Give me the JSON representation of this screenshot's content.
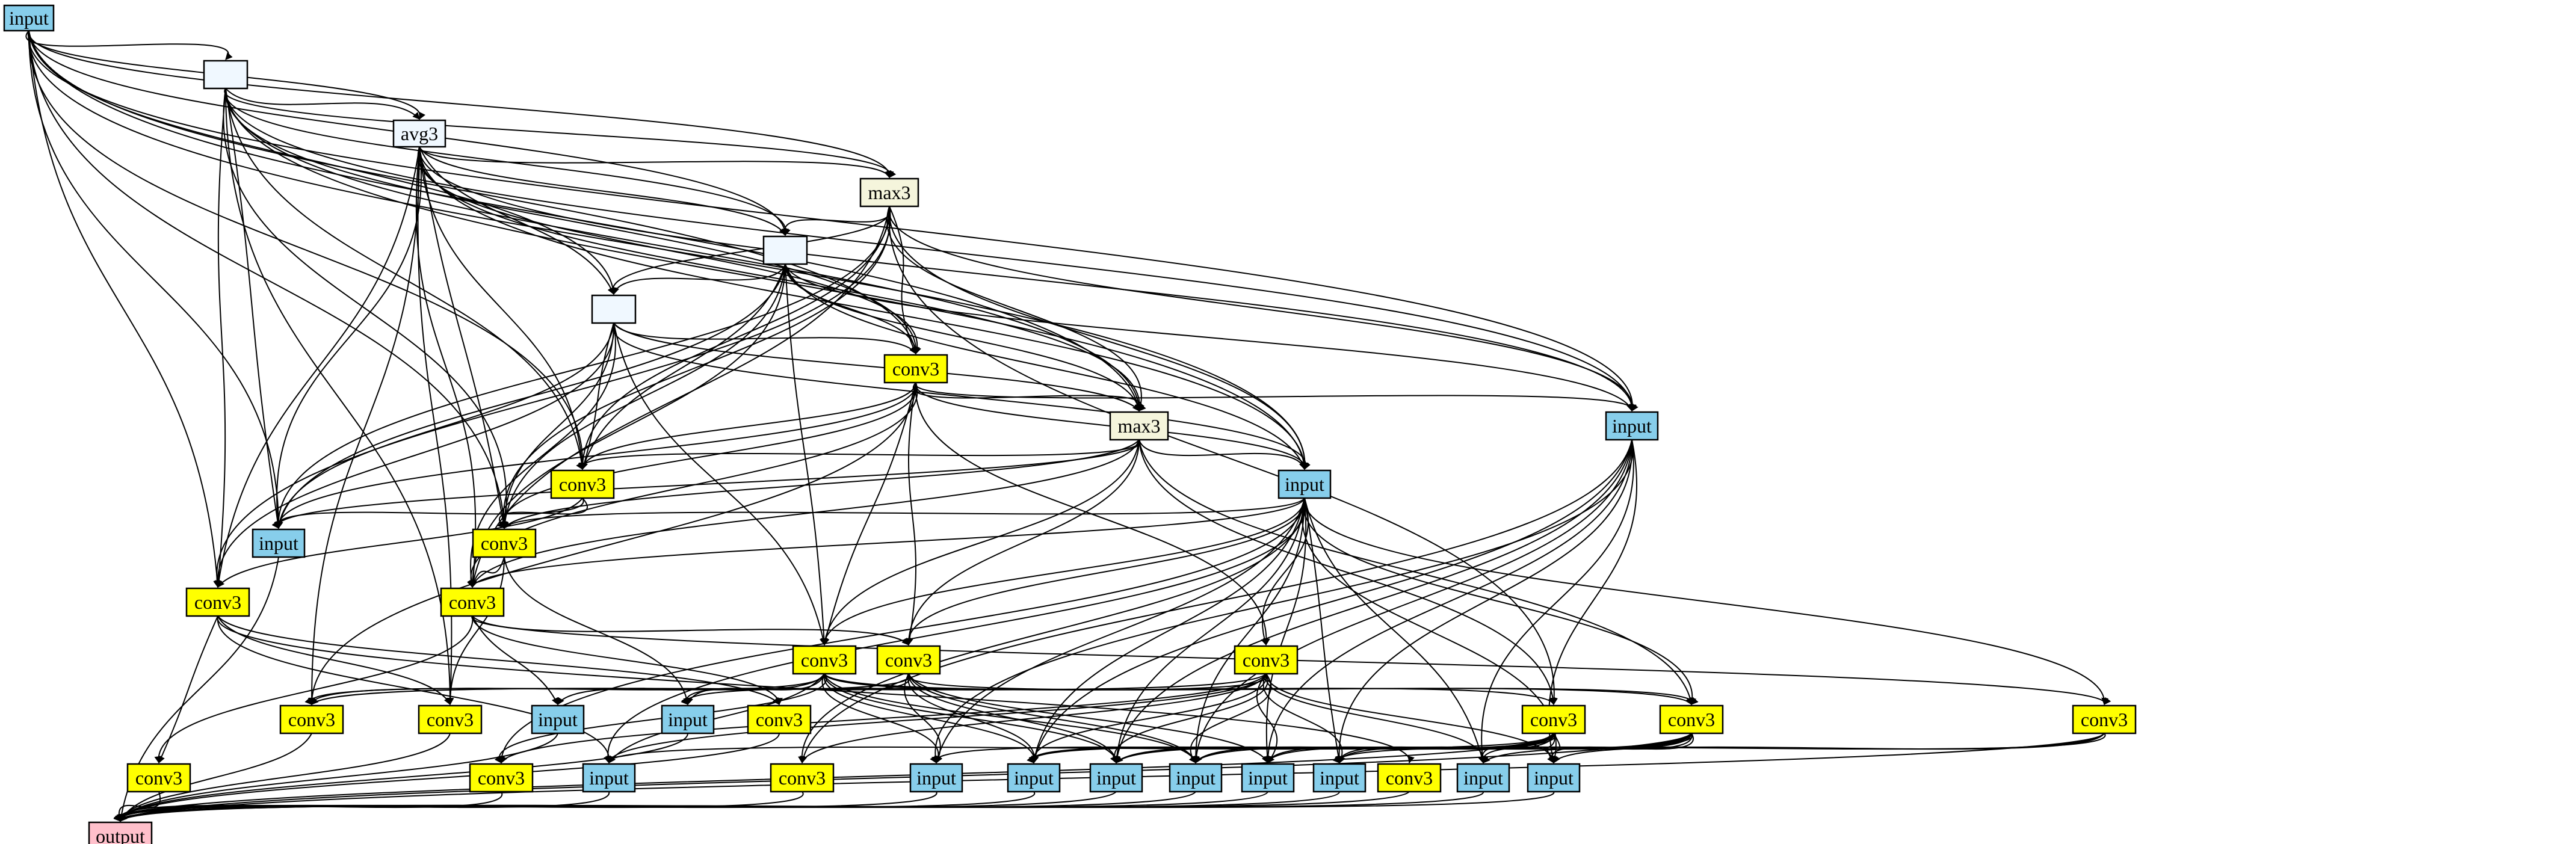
{
  "colors": {
    "input": "#87ceeb",
    "conv3": "#ffff00",
    "pool": "#f5f5dc",
    "empty": "#f0f8ff",
    "output": "#ffc0cb",
    "edge": "#000000"
  },
  "nodes": [
    {
      "id": "in0",
      "label": "input",
      "kind": "input"
    },
    {
      "id": "e1",
      "label": "",
      "kind": "empty"
    },
    {
      "id": "avg",
      "label": "avg3",
      "kind": "empty"
    },
    {
      "id": "max1",
      "label": "max3",
      "kind": "pool"
    },
    {
      "id": "e2",
      "label": "",
      "kind": "empty"
    },
    {
      "id": "e3",
      "label": "",
      "kind": "empty"
    },
    {
      "id": "c1",
      "label": "conv3",
      "kind": "conv3"
    },
    {
      "id": "max2",
      "label": "max3",
      "kind": "pool"
    },
    {
      "id": "inR",
      "label": "input",
      "kind": "input"
    },
    {
      "id": "inM",
      "label": "input",
      "kind": "input"
    },
    {
      "id": "c2",
      "label": "conv3",
      "kind": "conv3"
    },
    {
      "id": "inL",
      "label": "input",
      "kind": "input"
    },
    {
      "id": "c3",
      "label": "conv3",
      "kind": "conv3"
    },
    {
      "id": "c4",
      "label": "conv3",
      "kind": "conv3"
    },
    {
      "id": "c5",
      "label": "conv3",
      "kind": "conv3"
    },
    {
      "id": "c6",
      "label": "conv3",
      "kind": "conv3"
    },
    {
      "id": "c7",
      "label": "conv3",
      "kind": "conv3"
    },
    {
      "id": "c8",
      "label": "conv3",
      "kind": "conv3"
    },
    {
      "id": "c9",
      "label": "conv3",
      "kind": "conv3"
    },
    {
      "id": "c10",
      "label": "conv3",
      "kind": "conv3"
    },
    {
      "id": "i1",
      "label": "input",
      "kind": "input"
    },
    {
      "id": "i2",
      "label": "input",
      "kind": "input"
    },
    {
      "id": "c11",
      "label": "conv3",
      "kind": "conv3"
    },
    {
      "id": "c12",
      "label": "conv3",
      "kind": "conv3"
    },
    {
      "id": "c13",
      "label": "conv3",
      "kind": "conv3"
    },
    {
      "id": "c14",
      "label": "conv3",
      "kind": "conv3"
    },
    {
      "id": "c15",
      "label": "conv3",
      "kind": "conv3"
    },
    {
      "id": "c16",
      "label": "conv3",
      "kind": "conv3"
    },
    {
      "id": "i3",
      "label": "input",
      "kind": "input"
    },
    {
      "id": "c17",
      "label": "conv3",
      "kind": "conv3"
    },
    {
      "id": "i4",
      "label": "input",
      "kind": "input"
    },
    {
      "id": "i5",
      "label": "input",
      "kind": "input"
    },
    {
      "id": "i6",
      "label": "input",
      "kind": "input"
    },
    {
      "id": "i7",
      "label": "input",
      "kind": "input"
    },
    {
      "id": "i8",
      "label": "input",
      "kind": "input"
    },
    {
      "id": "i9",
      "label": "input",
      "kind": "input"
    },
    {
      "id": "c18",
      "label": "conv3",
      "kind": "conv3"
    },
    {
      "id": "i10",
      "label": "input",
      "kind": "input"
    },
    {
      "id": "i11",
      "label": "input",
      "kind": "input"
    },
    {
      "id": "out",
      "label": "output",
      "kind": "output"
    }
  ],
  "edges": [
    [
      "in0",
      "e1"
    ],
    [
      "in0",
      "avg"
    ],
    [
      "in0",
      "max1"
    ],
    [
      "in0",
      "e2"
    ],
    [
      "in0",
      "e3"
    ],
    [
      "in0",
      "c1"
    ],
    [
      "in0",
      "max2"
    ],
    [
      "in0",
      "inR"
    ],
    [
      "in0",
      "inM"
    ],
    [
      "in0",
      "c2"
    ],
    [
      "in0",
      "inL"
    ],
    [
      "in0",
      "c3"
    ],
    [
      "in0",
      "c4"
    ],
    [
      "e1",
      "avg"
    ],
    [
      "e1",
      "max1"
    ],
    [
      "e1",
      "e2"
    ],
    [
      "e1",
      "c1"
    ],
    [
      "e1",
      "max2"
    ],
    [
      "e1",
      "inM"
    ],
    [
      "e1",
      "c2"
    ],
    [
      "e1",
      "inL"
    ],
    [
      "e1",
      "c3"
    ],
    [
      "e1",
      "c4"
    ],
    [
      "e1",
      "inR"
    ],
    [
      "e1",
      "c10"
    ],
    [
      "avg",
      "max1"
    ],
    [
      "avg",
      "e2"
    ],
    [
      "avg",
      "e3"
    ],
    [
      "avg",
      "c1"
    ],
    [
      "avg",
      "max2"
    ],
    [
      "avg",
      "inR"
    ],
    [
      "avg",
      "inM"
    ],
    [
      "avg",
      "c2"
    ],
    [
      "avg",
      "inL"
    ],
    [
      "avg",
      "c3"
    ],
    [
      "avg",
      "c4"
    ],
    [
      "avg",
      "c5"
    ],
    [
      "avg",
      "c10"
    ],
    [
      "avg",
      "c9"
    ],
    [
      "max1",
      "e2"
    ],
    [
      "max1",
      "e3"
    ],
    [
      "max1",
      "c1"
    ],
    [
      "max1",
      "max2"
    ],
    [
      "max1",
      "inR"
    ],
    [
      "max1",
      "inM"
    ],
    [
      "max1",
      "c2"
    ],
    [
      "max1",
      "inL"
    ],
    [
      "max1",
      "c3"
    ],
    [
      "max1",
      "c4"
    ],
    [
      "max1",
      "c5"
    ],
    [
      "max1",
      "c13"
    ],
    [
      "e2",
      "e3"
    ],
    [
      "e2",
      "c1"
    ],
    [
      "e2",
      "max2"
    ],
    [
      "e2",
      "inR"
    ],
    [
      "e2",
      "inM"
    ],
    [
      "e2",
      "c2"
    ],
    [
      "e2",
      "inL"
    ],
    [
      "e2",
      "c3"
    ],
    [
      "e2",
      "c5"
    ],
    [
      "e2",
      "c6"
    ],
    [
      "e3",
      "c1"
    ],
    [
      "e3",
      "max2"
    ],
    [
      "e3",
      "inM"
    ],
    [
      "e3",
      "c2"
    ],
    [
      "e3",
      "inL"
    ],
    [
      "e3",
      "c3"
    ],
    [
      "e3",
      "c4"
    ],
    [
      "e3",
      "c5"
    ],
    [
      "e3",
      "c6"
    ],
    [
      "c1",
      "max2"
    ],
    [
      "c1",
      "inR"
    ],
    [
      "c1",
      "inM"
    ],
    [
      "c1",
      "c2"
    ],
    [
      "c1",
      "inL"
    ],
    [
      "c1",
      "c3"
    ],
    [
      "c1",
      "c5"
    ],
    [
      "c1",
      "c6"
    ],
    [
      "c1",
      "c7"
    ],
    [
      "c1",
      "c8"
    ],
    [
      "c1",
      "c9"
    ],
    [
      "max2",
      "inM"
    ],
    [
      "max2",
      "c2"
    ],
    [
      "max2",
      "inL"
    ],
    [
      "max2",
      "c3"
    ],
    [
      "max2",
      "c5"
    ],
    [
      "max2",
      "c6"
    ],
    [
      "max2",
      "c7"
    ],
    [
      "max2",
      "c13"
    ],
    [
      "max2",
      "c14"
    ],
    [
      "inR",
      "i4"
    ],
    [
      "inR",
      "i5"
    ],
    [
      "inR",
      "i6"
    ],
    [
      "inR",
      "i7"
    ],
    [
      "inR",
      "i8"
    ],
    [
      "inR",
      "i9"
    ],
    [
      "inR",
      "i10"
    ],
    [
      "inR",
      "i11"
    ],
    [
      "inR",
      "c17"
    ],
    [
      "inM",
      "c3"
    ],
    [
      "inM",
      "c5"
    ],
    [
      "inM",
      "c6"
    ],
    [
      "inM",
      "c7"
    ],
    [
      "inM",
      "c8"
    ],
    [
      "inM",
      "i3"
    ],
    [
      "inM",
      "i4"
    ],
    [
      "inM",
      "i5"
    ],
    [
      "inM",
      "i6"
    ],
    [
      "inM",
      "i7"
    ],
    [
      "inM",
      "i8"
    ],
    [
      "inM",
      "i9"
    ],
    [
      "inM",
      "i10"
    ],
    [
      "inM",
      "i11"
    ],
    [
      "inM",
      "c14"
    ],
    [
      "inM",
      "c15"
    ],
    [
      "inM",
      "c16"
    ],
    [
      "inM",
      "c17"
    ],
    [
      "c2",
      "inL"
    ],
    [
      "c2",
      "c3"
    ],
    [
      "c2",
      "c4"
    ],
    [
      "inL",
      "out"
    ],
    [
      "c3",
      "c5"
    ],
    [
      "c3",
      "c10"
    ],
    [
      "c3",
      "i2"
    ],
    [
      "c4",
      "c10"
    ],
    [
      "c4",
      "c11"
    ],
    [
      "c4",
      "c12"
    ],
    [
      "c4",
      "c18"
    ],
    [
      "c4",
      "i3"
    ],
    [
      "c5",
      "c11"
    ],
    [
      "c5",
      "c12"
    ],
    [
      "c5",
      "i1"
    ],
    [
      "c5",
      "c7"
    ],
    [
      "c5",
      "c15"
    ],
    [
      "c6",
      "i1"
    ],
    [
      "c6",
      "i2"
    ],
    [
      "c6",
      "c9"
    ],
    [
      "c6",
      "c13"
    ],
    [
      "c6",
      "c14"
    ],
    [
      "c6",
      "c16"
    ],
    [
      "c6",
      "i3"
    ],
    [
      "c6",
      "i4"
    ],
    [
      "c6",
      "i5"
    ],
    [
      "c6",
      "i6"
    ],
    [
      "c6",
      "i7"
    ],
    [
      "c7",
      "i2"
    ],
    [
      "c7",
      "c9"
    ],
    [
      "c7",
      "c14"
    ],
    [
      "c7",
      "i4"
    ],
    [
      "c7",
      "i5"
    ],
    [
      "c7",
      "i6"
    ],
    [
      "c7",
      "i7"
    ],
    [
      "c7",
      "i8"
    ],
    [
      "c8",
      "i2"
    ],
    [
      "c8",
      "c9"
    ],
    [
      "c8",
      "c16"
    ],
    [
      "c8",
      "c17"
    ],
    [
      "c8",
      "i3"
    ],
    [
      "c8",
      "i5"
    ],
    [
      "c8",
      "i6"
    ],
    [
      "c8",
      "i7"
    ],
    [
      "c8",
      "i8"
    ],
    [
      "c8",
      "i9"
    ],
    [
      "c8",
      "i10"
    ],
    [
      "c8",
      "i11"
    ],
    [
      "c13",
      "i3"
    ],
    [
      "c13",
      "i4"
    ],
    [
      "c13",
      "i5"
    ],
    [
      "c13",
      "i6"
    ],
    [
      "c13",
      "i7"
    ],
    [
      "c13",
      "i8"
    ],
    [
      "c13",
      "i9"
    ],
    [
      "c13",
      "i10"
    ],
    [
      "c13",
      "i11"
    ],
    [
      "c14",
      "i5"
    ],
    [
      "c14",
      "i6"
    ],
    [
      "c14",
      "i7"
    ],
    [
      "c14",
      "i8"
    ],
    [
      "c14",
      "i9"
    ],
    [
      "c14",
      "i10"
    ],
    [
      "c14",
      "i11"
    ],
    [
      "c15",
      "i9"
    ],
    [
      "c15",
      "i10"
    ],
    [
      "c15",
      "i11"
    ],
    [
      "c10",
      "out"
    ],
    [
      "c11",
      "out"
    ],
    [
      "c12",
      "out"
    ],
    [
      "c16",
      "out"
    ],
    [
      "c17",
      "out"
    ],
    [
      "c18",
      "out"
    ],
    [
      "c9",
      "out"
    ],
    [
      "i1",
      "out"
    ],
    [
      "i2",
      "out"
    ],
    [
      "i3",
      "out"
    ],
    [
      "i4",
      "out"
    ],
    [
      "i5",
      "out"
    ],
    [
      "i6",
      "out"
    ],
    [
      "i7",
      "out"
    ],
    [
      "i8",
      "out"
    ],
    [
      "i9",
      "out"
    ],
    [
      "i10",
      "out"
    ],
    [
      "i11",
      "out"
    ],
    [
      "c13",
      "out"
    ],
    [
      "c14",
      "out"
    ],
    [
      "c15",
      "out"
    ]
  ]
}
